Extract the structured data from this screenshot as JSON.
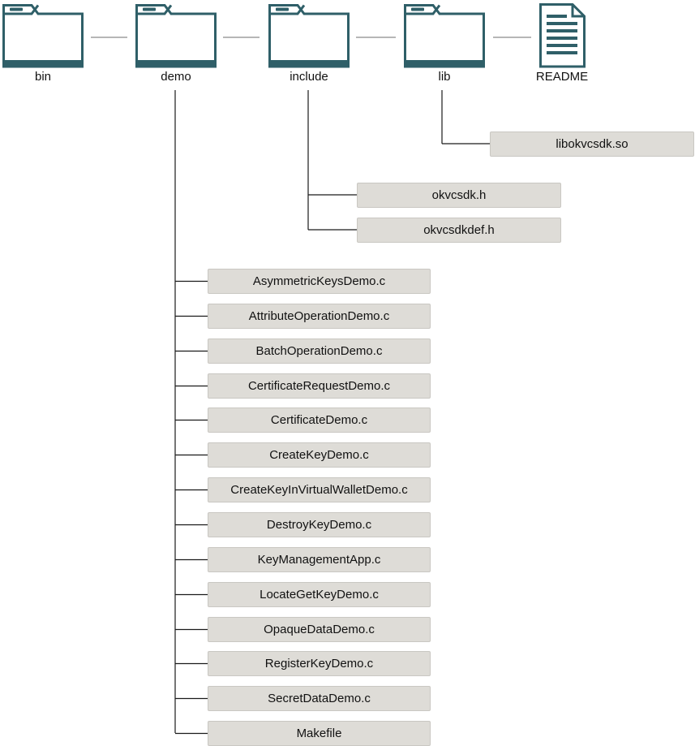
{
  "top_items": [
    {
      "label": "bin",
      "icon": "folder-icon"
    },
    {
      "label": "demo",
      "icon": "folder-icon"
    },
    {
      "label": "include",
      "icon": "folder-icon"
    },
    {
      "label": "lib",
      "icon": "folder-icon"
    },
    {
      "label": "README",
      "icon": "document-icon"
    }
  ],
  "lib_files": [
    "libokvcsdk.so"
  ],
  "include_files": [
    "okvcsdk.h",
    "okvcsdkdef.h"
  ],
  "demo_files": [
    "AsymmetricKeysDemo.c",
    "AttributeOperationDemo.c",
    "BatchOperationDemo.c",
    "CertificateRequestDemo.c",
    "CertificateDemo.c",
    "CreateKeyDemo.c",
    "CreateKeyInVirtualWalletDemo.c",
    "DestroyKeyDemo.c",
    "KeyManagementApp.c",
    "LocateGetKeyDemo.c",
    "OpaqueDataDemo.c",
    "RegisterKeyDemo.c",
    "SecretDataDemo.c",
    "Makefile"
  ],
  "colors": {
    "icon": "#2f5f68",
    "box_fill": "#dedcd7",
    "box_border": "#c9c7c2",
    "connector": "#1a1a1a",
    "top_connector": "#8a8a8a"
  }
}
